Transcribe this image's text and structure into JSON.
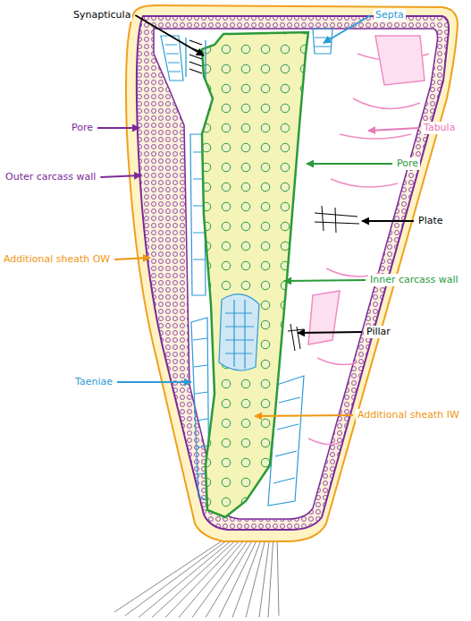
{
  "diagram": {
    "labels": [
      "Synapticula",
      "Septa",
      "Pore",
      "Tabula",
      "Outer carcass wall",
      "Pore",
      "Additional sheath OW",
      "Plate",
      "Inner carcass wall",
      "Pillar",
      "Taeniae",
      "Additional sheath IW"
    ]
  }
}
